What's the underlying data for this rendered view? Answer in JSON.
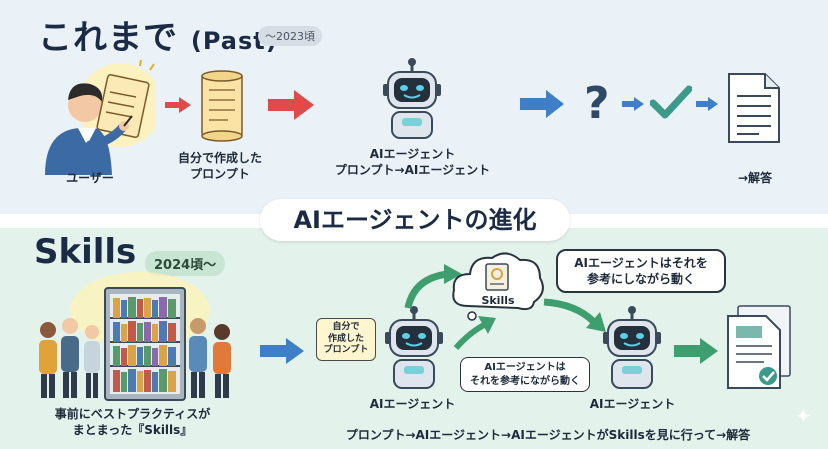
{
  "past": {
    "title": "これまで",
    "title_sub": "(Past)",
    "badge": "～2023頃",
    "labels": {
      "user": "ユーザー",
      "prompt_line1": "自分で作成した",
      "prompt_line2": "プロンプト",
      "agent_line1": "AIエージェント",
      "agent_line2": "プロンプト→AIエージェント",
      "answer": "→解答"
    }
  },
  "banner": "AIエージェントの進化",
  "skills": {
    "title": "Skills",
    "badge": "2024頃～",
    "labels": {
      "team_line1": "事前にベストプラクティスが",
      "team_line2": "まとまった『Skills』",
      "note_line1": "自分で",
      "note_line2": "作成した",
      "note_line3": "プロンプト",
      "cloud": "Skills",
      "bubble_top_line1": "AIエージェントはそれを",
      "bubble_top_line2": "参考にしながら動く",
      "bubble_mid_line1": "AIエージェントは",
      "bubble_mid_line2": "それを参考にながら動く",
      "agent_left": "AIエージェント",
      "agent_right": "AIエージェント",
      "flow": "プロンプト→AIエージェント→AIエージェントがSkillsを見に行って→解答"
    }
  },
  "colors": {
    "arrow_red": "#e04a4a",
    "arrow_blue": "#3f7fc7",
    "arrow_green": "#3e9e6e",
    "check_green": "#3c9a8a"
  }
}
